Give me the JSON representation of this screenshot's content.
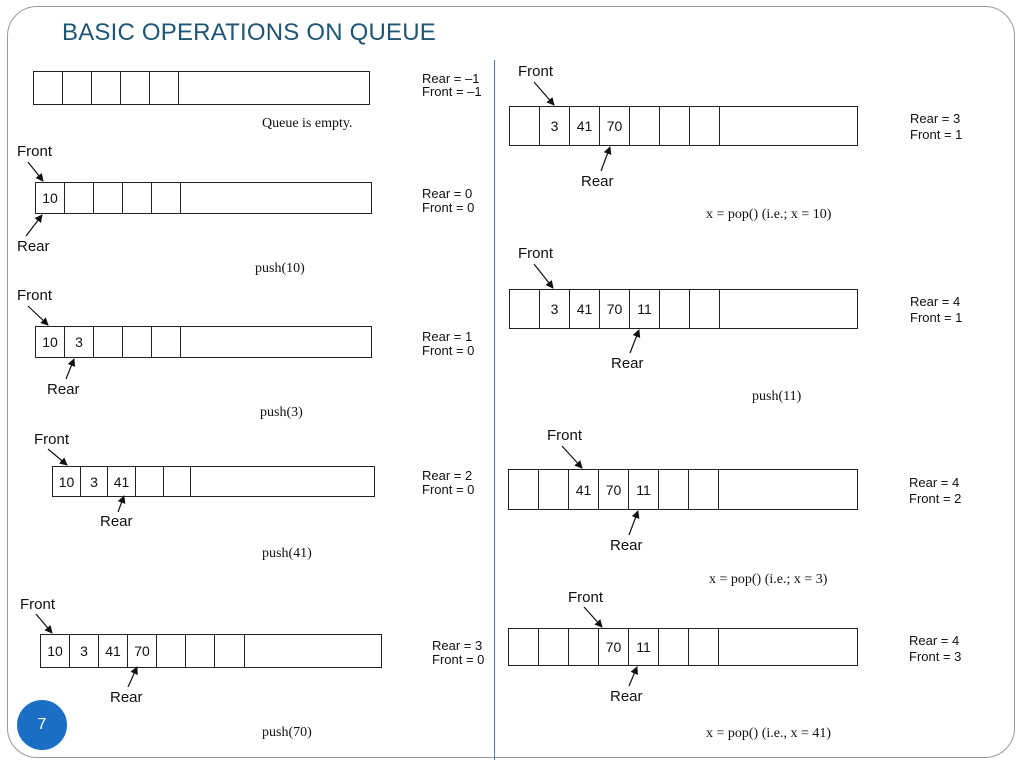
{
  "slide": {
    "title": "BASIC OPERATIONS ON QUEUE",
    "page_number": "7"
  },
  "left_panel": {
    "empty": {
      "rear": "Rear = –1",
      "front": "Front = –1",
      "caption": "Queue is empty."
    },
    "step1": {
      "cells": [
        "10",
        "",
        "",
        "",
        ""
      ],
      "front_label": "Front",
      "rear_label": "Rear",
      "rear": "Rear = 0",
      "front": "Front = 0",
      "caption": "push(10)"
    },
    "step2": {
      "cells": [
        "10",
        "3",
        "",
        "",
        ""
      ],
      "front_label": "Front",
      "rear_label": "Rear",
      "rear": "Rear = 1",
      "front": "Front = 0",
      "caption": "push(3)"
    },
    "step3": {
      "cells": [
        "10",
        "3",
        "41",
        "",
        ""
      ],
      "front_label": "Front",
      "rear_label": "Rear",
      "rear": "Rear = 2",
      "front": "Front = 0",
      "caption": "push(41)"
    },
    "step4": {
      "cells": [
        "10",
        "3",
        "41",
        "70",
        "",
        "",
        ""
      ],
      "front_label": "Front",
      "rear_label": "Rear",
      "rear": "Rear = 3",
      "front": "Front = 0",
      "caption": "push(70)"
    }
  },
  "right_panel": {
    "step5": {
      "cells": [
        "",
        "3",
        "41",
        "70",
        "",
        "",
        ""
      ],
      "front_label": "Front",
      "rear_label": "Rear",
      "rear": "Rear = 3",
      "front": "Front = 1",
      "caption": "x = pop() (i.e.; x = 10)"
    },
    "step6": {
      "cells": [
        "",
        "3",
        "41",
        "70",
        "11",
        "",
        ""
      ],
      "front_label": "Front",
      "rear_label": "Rear",
      "rear": "Rear = 4",
      "front": "Front = 1",
      "caption": "push(11)"
    },
    "step7": {
      "cells": [
        "",
        "",
        "41",
        "70",
        "11",
        "",
        ""
      ],
      "front_label": "Front",
      "rear_label": "Rear",
      "rear": "Rear = 4",
      "front": "Front = 2",
      "caption": "x = pop() (i.e.; x = 3)"
    },
    "step8": {
      "cells": [
        "",
        "",
        "",
        "70",
        "11",
        "",
        ""
      ],
      "front_label": "Front",
      "rear_label": "Rear",
      "rear": "Rear = 4",
      "front": "Front = 3",
      "caption": "x = pop() (i.e., x = 41)"
    }
  }
}
